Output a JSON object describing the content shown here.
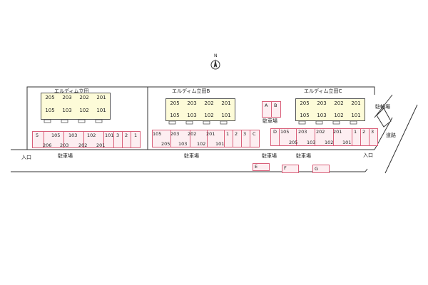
{
  "compass": {
    "letter": "N"
  },
  "buildings": {
    "a": {
      "name": "エルディム立田",
      "top_units": [
        "205",
        "203",
        "202",
        "201"
      ],
      "bottom_units": [
        "105",
        "103",
        "102",
        "101"
      ]
    },
    "b": {
      "name": "エルディム立田B",
      "top_units": [
        "205",
        "203",
        "202",
        "201"
      ],
      "bottom_units": [
        "105",
        "103",
        "102",
        "101"
      ]
    },
    "c": {
      "name": "エルディム立田C",
      "top_units": [
        "205",
        "203",
        "202",
        "201"
      ],
      "bottom_units": [
        "105",
        "103",
        "102",
        "101"
      ]
    }
  },
  "parking": {
    "row_a": {
      "top_labels": [
        "5",
        "105",
        "103",
        "102",
        "101",
        "3",
        "2",
        "1"
      ],
      "bottom_labels": [
        "206",
        "203",
        "202",
        "201"
      ]
    },
    "row_b": {
      "top_labels": [
        "105",
        "203",
        "202",
        "201",
        "1",
        "2",
        "3",
        "C"
      ],
      "bottom_labels": [
        "205",
        "103",
        "102",
        "101"
      ]
    },
    "row_c": {
      "top_labels": [
        "D",
        "105",
        "203",
        "202",
        "201",
        "1",
        "2",
        "3"
      ],
      "bottom_labels": [
        "205",
        "103",
        "102",
        "101"
      ]
    },
    "ab_box": [
      "A",
      "B"
    ],
    "e": "E",
    "f": "F",
    "g": "G"
  },
  "labels": {
    "parking": "駐車場",
    "entrance": "入口",
    "road": "道路",
    "bike_parking": "駐輪場"
  },
  "colors": {
    "building_fill": "#fdfbd8",
    "parking_stroke": "#d9607a",
    "parking_fill": "#fdeef1"
  }
}
